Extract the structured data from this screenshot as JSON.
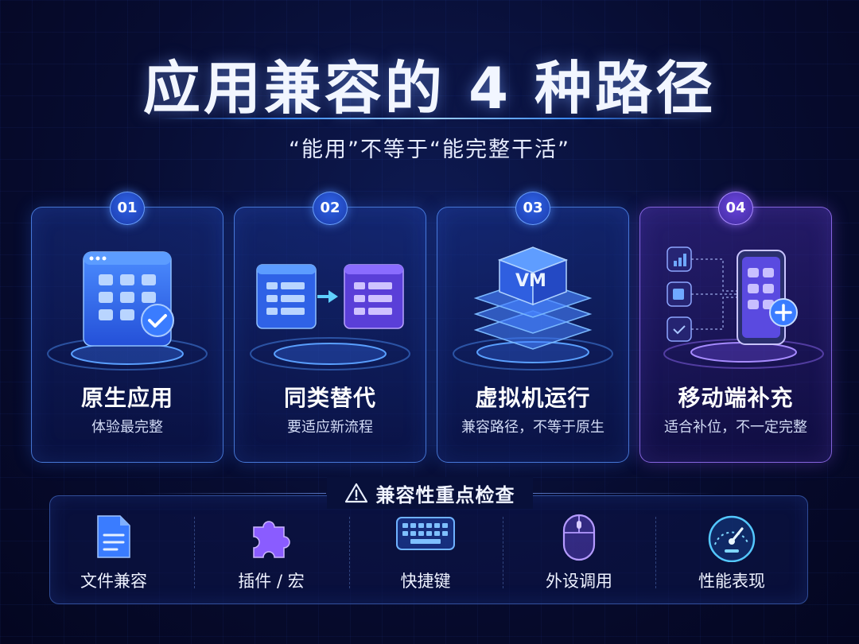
{
  "title": "应用兼容的 4 种路径",
  "subtitle": "“能用”不等于“能完整干活”",
  "cards": [
    {
      "number": "01",
      "title": "原生应用",
      "desc": "体验最完整",
      "icon": "native-app-window-check-icon",
      "accent": "#3d7bff"
    },
    {
      "number": "02",
      "title": "同类替代",
      "desc": "要适应新流程",
      "icon": "app-replace-arrow-icon",
      "accent": "#3d7bff"
    },
    {
      "number": "03",
      "title": "虚拟机运行",
      "desc": "兼容路径，不等于原生",
      "icon": "vm-stack-icon",
      "vm_label": "VM",
      "accent": "#3d7bff"
    },
    {
      "number": "04",
      "title": "移动端补充",
      "desc": "适合补位，不一定完整",
      "icon": "mobile-phone-plus-icon",
      "accent": "#8a5cff"
    }
  ],
  "checklist": {
    "title": "兼容性重点检查",
    "icon": "warning-triangle-icon",
    "items": [
      {
        "label": "文件兼容",
        "icon": "document-icon"
      },
      {
        "label": "插件 / 宏",
        "icon": "puzzle-piece-icon"
      },
      {
        "label": "快捷键",
        "icon": "keyboard-icon"
      },
      {
        "label": "外设调用",
        "icon": "mouse-icon"
      },
      {
        "label": "性能表现",
        "icon": "speedometer-icon"
      }
    ]
  }
}
